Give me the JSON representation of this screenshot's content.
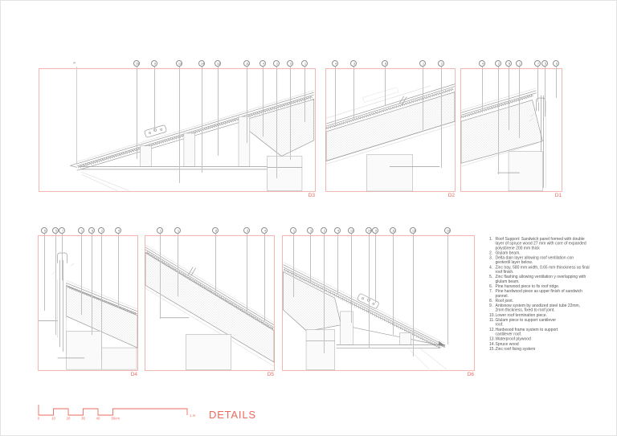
{
  "sheet": {
    "title": "DETAILS"
  },
  "colors": {
    "accent": "#ed6a5e",
    "frame": "#f2b7b0",
    "line": "#9c9c9c",
    "hatch": "#dcdcdc"
  },
  "details": [
    {
      "id": "D3",
      "label": "D3",
      "mark": "w",
      "callouts": [
        "15",
        "9",
        "13",
        "14",
        "12",
        "11",
        "4",
        "2",
        "3",
        "1"
      ]
    },
    {
      "id": "D2",
      "label": "D2",
      "callouts": [
        "4",
        "3",
        "8",
        "1",
        "2"
      ]
    },
    {
      "id": "D1",
      "label": "D1",
      "callouts": [
        "4",
        "2",
        "8",
        "1",
        "7",
        "5",
        "6"
      ]
    },
    {
      "id": "D4",
      "label": "D4",
      "callouts": [
        "6",
        "5",
        "7",
        "1",
        "8",
        "2",
        "4"
      ]
    },
    {
      "id": "D5",
      "label": "D5",
      "callouts": [
        "2",
        "1",
        "8",
        "3",
        "4"
      ]
    },
    {
      "id": "D6",
      "label": "D6",
      "callouts": [
        "1",
        "3",
        "2",
        "4",
        "12",
        "14",
        "9",
        "11",
        "13",
        "10"
      ]
    }
  ],
  "notes": {
    "items": [
      {
        "num": "1.",
        "text": "Roof Support: Sandwich panel formed with double layer of spruce wood 27 mm with core of expanded polystirene 200 mm thick"
      },
      {
        "num": "2.",
        "text": "Glulam beam."
      },
      {
        "num": "3.",
        "text": "Delta dain layer allowing roof ventilation con geotextil layer below."
      },
      {
        "num": "4.",
        "text": "Zinc tray, 580 mm width, 0.65 mm thinckness as final roof finish."
      },
      {
        "num": "5.",
        "text": "Zinc flashing allowing ventilation y overlapping with glulam beam."
      },
      {
        "num": "6.",
        "text": "Pine harwood piece to fix roof ridge."
      },
      {
        "num": "7.",
        "text": "Pine hardwood piece as upper finish of sandwich pannel."
      },
      {
        "num": "8.",
        "text": "Roof joint."
      },
      {
        "num": "9.",
        "text": "Antisnow system by anodized steel tube 22mm, 2mm thickness, fixed to roof joint."
      },
      {
        "num": "10.",
        "text": "Lower roof termination piece."
      },
      {
        "num": "11.",
        "text": "Glulam piece to support cantilever\nroof."
      },
      {
        "num": "12.",
        "text": "Hardwood frame system to support\ncantilever roof."
      },
      {
        "num": "13.",
        "text": "Waterproof plywood"
      },
      {
        "num": "14.",
        "text": "Spruce wood"
      },
      {
        "num": "15.",
        "text": "Zinc roof fixing system"
      }
    ]
  },
  "scalebar": {
    "labels": [
      "0",
      "10",
      "20",
      "30",
      "40",
      "50cm",
      "1 m"
    ]
  }
}
